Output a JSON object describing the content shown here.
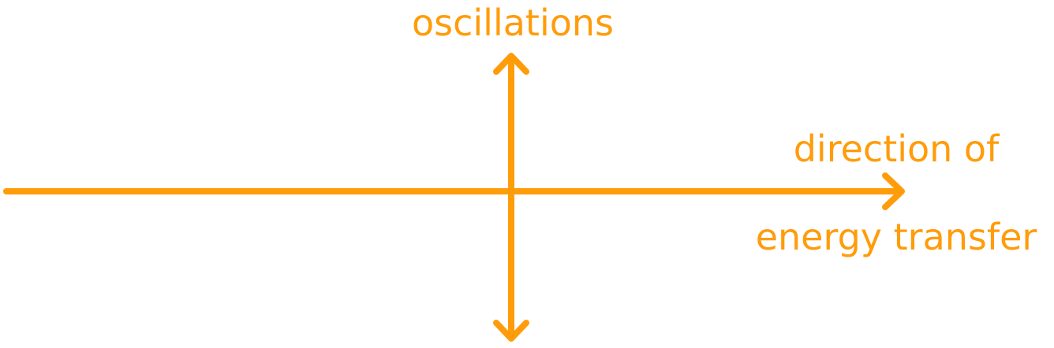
{
  "colors": {
    "accent": "#ff9c0a",
    "background": "#ffffff"
  },
  "labels": {
    "oscillations": "oscillations",
    "direction_line1": "direction of",
    "direction_line2": "energy transfer"
  }
}
